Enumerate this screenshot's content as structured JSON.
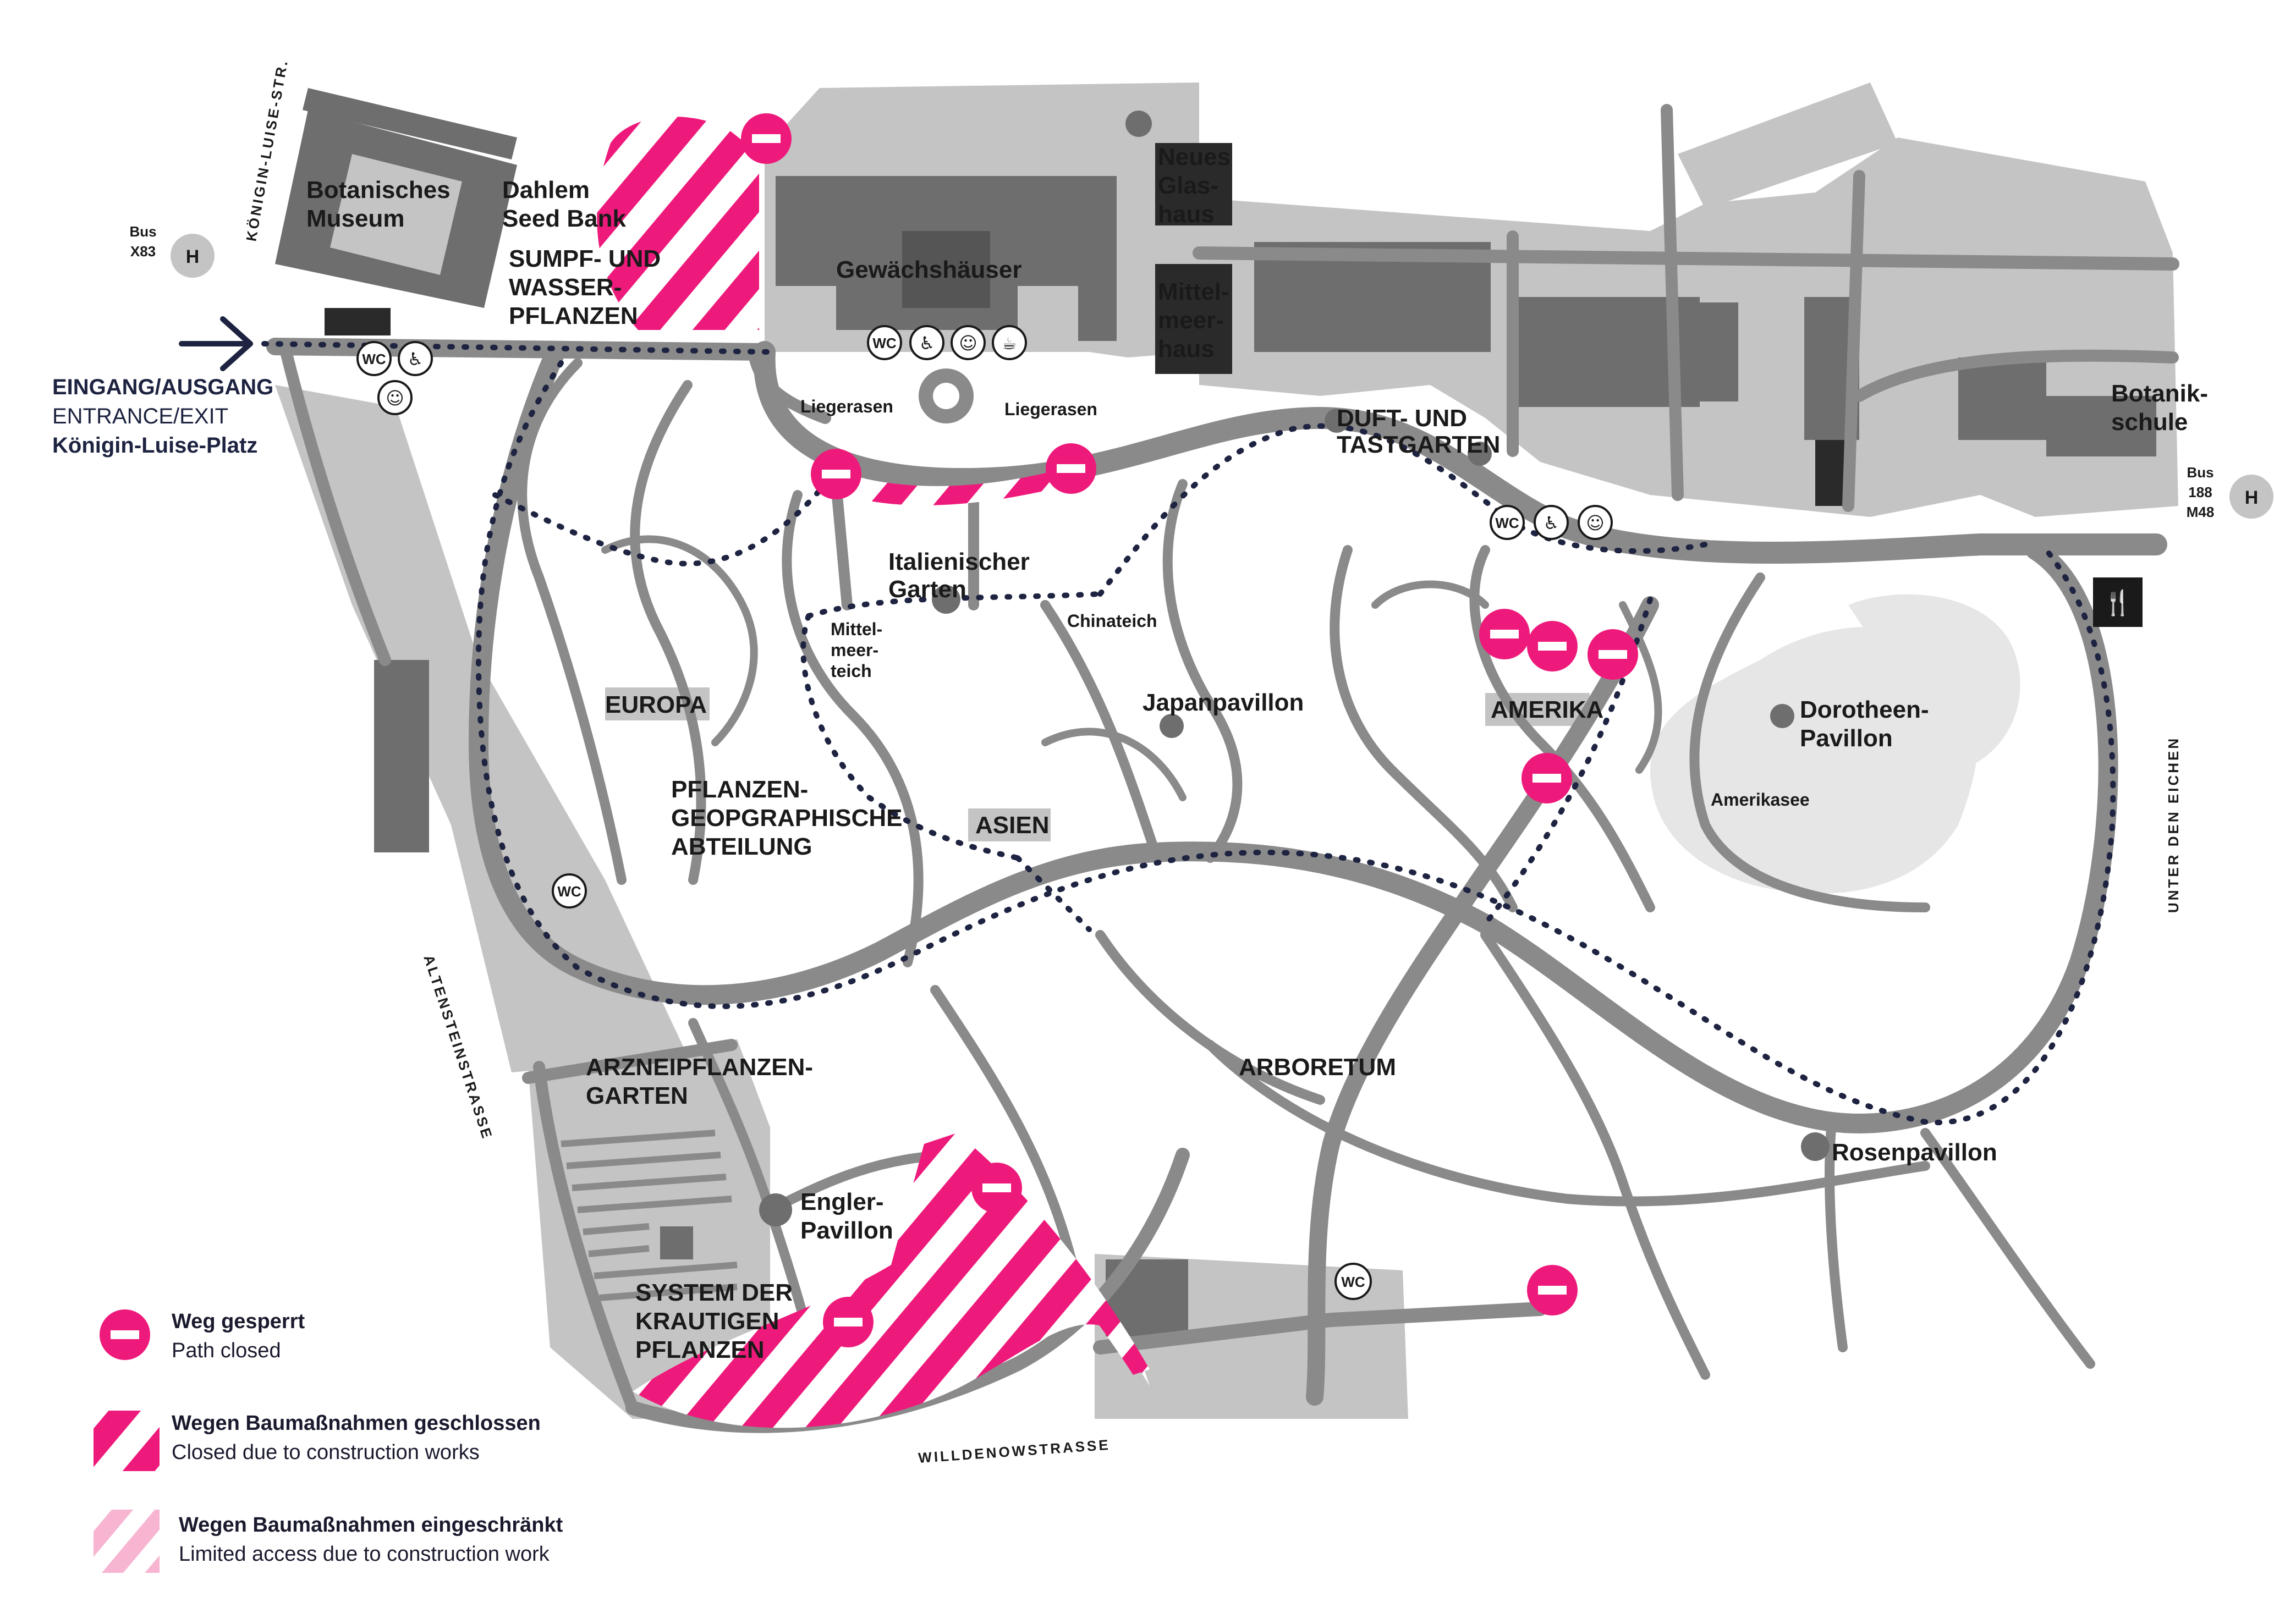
{
  "colors": {
    "path_gray": "#8a8a8a",
    "building_gray": "#6e6e6e",
    "area_gray": "#c4c4c4",
    "closed_pink": "#ee1a7b",
    "limited_pink": "#f7b5d2",
    "dotted_route": "#1d2340",
    "lake": "#e6e6e6"
  },
  "areas": {
    "botanisches_museum": "Botanisches Museum",
    "dahlem_seed_bank": "Dahlem Seed Bank",
    "sumpf": "SUMPF- UND WASSER- PFLANZEN",
    "gewaechshaeuser": "Gewächshäuser",
    "neues_glashaus": "Neues Glas- haus",
    "mittelmeerhaus": "Mittel- meer- haus",
    "liegerasen_left": "Liegerasen",
    "liegerasen_right": "Liegerasen",
    "duft": "DUFT- UND TASTGARTEN",
    "botanikschule": "Botanik- schule",
    "italienischer_garten": "Italienischer Garten",
    "mittelmeerteich": "Mittel- meer- teich",
    "chinateich": "Chinateich",
    "europa": "EUROPA",
    "japanpavillon": "Japanpavillon",
    "amerika": "AMERIKA",
    "dorotheen": "Dorotheen- Pavillon",
    "amerikasee": "Amerikasee",
    "pflanzengeo": "PFLANZEN- GEOPGRAPHISCHE ABTEILUNG",
    "asien": "ASIEN",
    "arboretum": "ARBORETUM",
    "arzneipflanzen": "ARZNEIPFLANZEN- GARTEN",
    "engler": "Engler- Pavillon",
    "rosenpavillon": "Rosenpavillon",
    "system": "SYSTEM DER KRAUTIGEN PFLANZEN"
  },
  "streets": {
    "koenigin_luise_str": "KÖNIGIN-LUISE-STR.",
    "altensteinstrasse": "ALTENSTEINSTRASSE",
    "willdenowstrasse": "WILLDENOWSTRASSE",
    "unter_den_eichen": "UNTER DEN EICHEN"
  },
  "entrance": {
    "line1": "EINGANG/AUSGANG",
    "line2": "ENTRANCE/EXIT",
    "line3": "Königin-Luise-Platz"
  },
  "bus_stops": {
    "left": {
      "line1": "Bus",
      "line2": "X83",
      "symbol": "H"
    },
    "right": {
      "line1": "Bus",
      "line2": "188",
      "line3": "M48",
      "symbol": "H"
    }
  },
  "facility_icons": {
    "wc": "WC",
    "cafe_icon": "coffee-cup-icon",
    "wheelchair_icon": "wheelchair-icon",
    "baby_icon": "baby-changing-icon",
    "restaurant_icon": "knife-fork-icon"
  },
  "legend": {
    "path_closed": {
      "title": "Weg gesperrt",
      "subtitle": "Path closed"
    },
    "construction_closed": {
      "title": "Wegen Baumaßnahmen geschlossen",
      "subtitle": "Closed due to construction works"
    },
    "construction_limited": {
      "title": "Wegen Baumaßnahmen eingeschränkt",
      "subtitle": "Limited access due to construction work"
    }
  }
}
